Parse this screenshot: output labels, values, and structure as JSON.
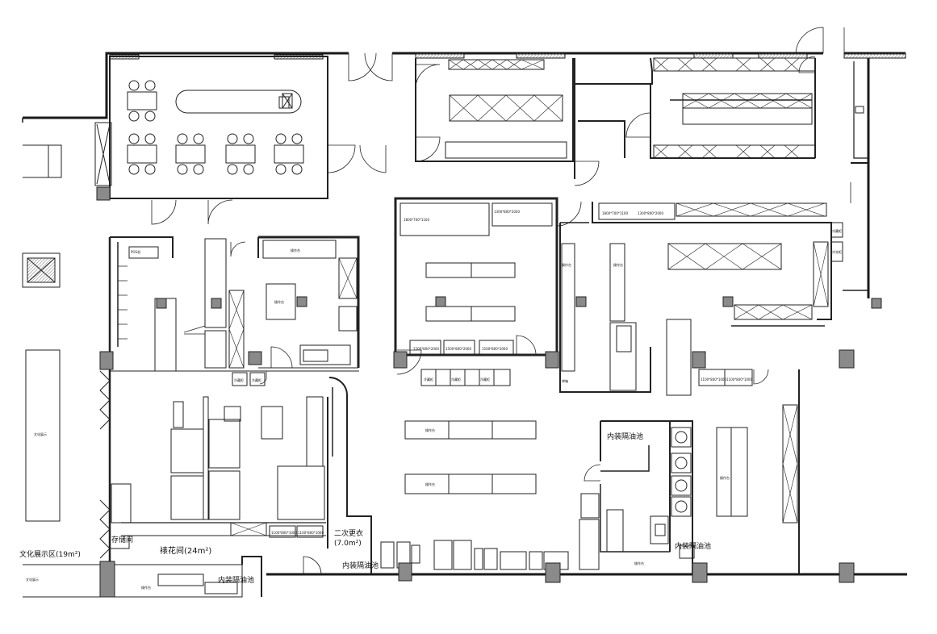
{
  "labels": {
    "cultural_area": "文化展示区(19m²)",
    "cultural_display_1": "文化展示",
    "cultural_display_2": "文化展示",
    "decor_room": "裱花间(24m²)",
    "changing_room": "二次更衣",
    "changing_room_area": "(7.0m²)",
    "inner_sink_1": "内装隔油池",
    "inner_sink_2": "内装隔油池",
    "inner_sink_3": "内装隔油池",
    "inner_sink_4": "内装隔油池",
    "storage_room": "存储间",
    "pos_label": "POS机",
    "prep_table": "操作台",
    "prep_table_size": "1100*800*1000",
    "spec_a": "1800*700*1100",
    "spec_b": "1300*800*2000",
    "spec_c": "1500*800*2000",
    "cold_cabinet": "冷藏柜",
    "oven_label": "烤箱",
    "freezer_label": "冷冻柜"
  },
  "colors": {
    "wall": "#1a1a1a",
    "column": "#8a8a8a",
    "hatch": "#bfbfbf",
    "line": "#222222"
  }
}
